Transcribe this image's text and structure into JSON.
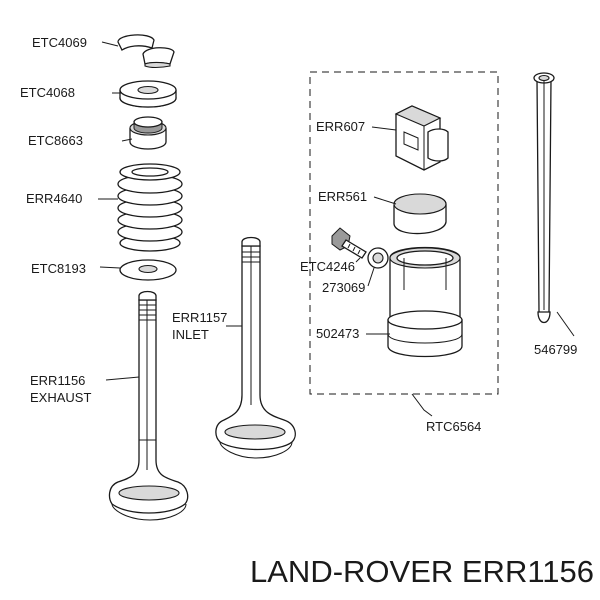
{
  "footer": {
    "title": "LAND-ROVER ERR1156"
  },
  "labels": {
    "etc4069": "ETC4069",
    "etc4068": "ETC4068",
    "etc8663": "ETC8663",
    "err4640": "ERR4640",
    "etc8193": "ETC8193",
    "err1156_line1": "ERR1156",
    "err1156_line2": "EXHAUST",
    "err1157_line1": "ERR1157",
    "err1157_line2": "INLET",
    "err607": "ERR607",
    "err561": "ERR561",
    "etc4246": "ETC4246",
    "n273069": "273069",
    "n502473": "502473",
    "rtc6564": "RTC6564",
    "n546799": "546799"
  }
}
